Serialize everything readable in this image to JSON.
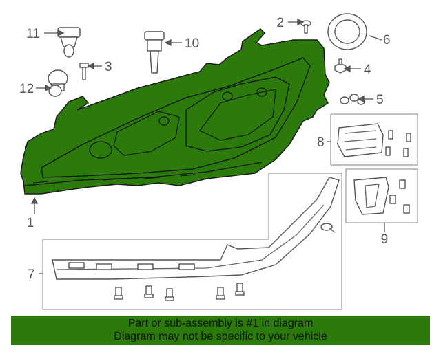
{
  "callouts": {
    "c1": "1",
    "c2": "2",
    "c3": "3",
    "c4": "4",
    "c5": "5",
    "c6": "6",
    "c7": "7",
    "c8": "8",
    "c9": "9",
    "c10": "10",
    "c11": "11",
    "c12": "12"
  },
  "banner": {
    "line1": "Part or sub-assembly is #1 in diagram",
    "line2": "Diagram may not be specific to your vehicle"
  },
  "colors": {
    "highlight": "#2b7a0b",
    "outline": "#555555",
    "background": "#ffffff"
  }
}
